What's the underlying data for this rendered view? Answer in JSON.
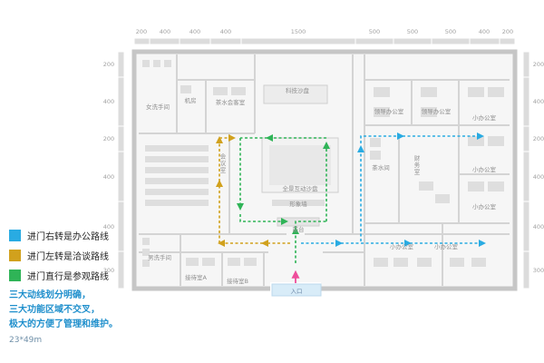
{
  "colors": {
    "blue": "#29abe2",
    "gold": "#d1a11d",
    "green": "#2fb457",
    "magenta": "#ee4d9b"
  },
  "dimensions": {
    "top": [
      "200",
      "400",
      "400",
      "400",
      "1500",
      "500",
      "500",
      "500",
      "400",
      "200"
    ],
    "left": [
      "200",
      "400",
      "200",
      "400",
      "400",
      "300"
    ],
    "right": [
      "200",
      "400",
      "200",
      "400",
      "400",
      "300"
    ]
  },
  "rooms": {
    "machine_room": "机房",
    "tea_reception": "茶水会客室",
    "women_restroom": "女洗手间",
    "meeting_room": "会议室",
    "tech_sandbox": "科技沙盘",
    "leader_office": "领导办公室",
    "small_office": "小办公室",
    "tea_room": "茶水间",
    "finance_room": "财务室",
    "panorama_sandbox": "全景互动沙盘",
    "image_wall": "形象墙",
    "front_desk": "前台",
    "men_restroom": "男洗手间",
    "reception_a": "接待室A",
    "reception_b": "接待室B",
    "entrance": "入口"
  },
  "legend": [
    {
      "color": "#29abe2",
      "label": "进门右转是办公路线"
    },
    {
      "color": "#d1a11d",
      "label": "进门左转是洽谈路线"
    },
    {
      "color": "#2fb457",
      "label": "进门直行是参观路线"
    }
  ],
  "notes": {
    "line1": "三大动线划分明确，",
    "line2": "三大功能区域不交叉，",
    "line3": "极大的方便了管理和维护。",
    "size": "23*49m"
  }
}
